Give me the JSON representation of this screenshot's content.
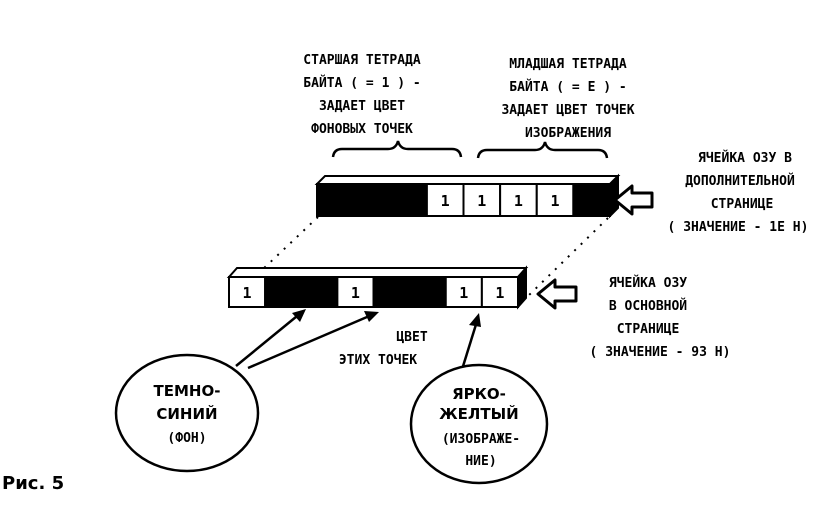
{
  "labels": {
    "high_nibble": [
      "СТАРШАЯ ТЕТРАДА",
      "БАЙТА ( = 1 ) -",
      "ЗАДАЕТ ЦВЕТ",
      "ФОНОВЫХ ТОЧЕК"
    ],
    "low_nibble": [
      "МЛАДШАЯ ТЕТРАДА",
      "БАЙТА ( = E ) -",
      "ЗАДАЕТ ЦВЕТ ТОЧЕК",
      "ИЗОБРАЖЕНИЯ"
    ],
    "extra_cell": [
      "ЯЧЕЙКА ОЗУ В",
      "ДОПОЛНИТЕЛЬНОЙ",
      "СТРАНИЦЕ",
      "( ЗНАЧЕНИЕ - 1E H)"
    ],
    "main_cell": [
      "ЯЧЕЙКА ОЗУ",
      "В ОСНОВНОЙ",
      "СТРАНИЦЕ",
      "( ЗНАЧЕНИЕ - 93 H)"
    ],
    "color_these": [
      "ЦВЕТ",
      "ЭТИХ ТОЧЕК"
    ],
    "dark_blue": [
      "ТЕМНО-",
      "СИНИЙ",
      "(ФОН)"
    ],
    "bright_yellow": [
      "ЯРКО-",
      "ЖЕЛТЫЙ",
      "(ИЗОБРАЖЕ-",
      "НИЕ)"
    ],
    "figure": "Рис. 5"
  },
  "extra_byte_bits": [
    "0",
    "0",
    "0",
    "1",
    "1",
    "1",
    "1",
    "0"
  ],
  "main_byte_bits": [
    "1",
    "0",
    "0",
    "1",
    "0",
    "0",
    "1",
    "1"
  ],
  "colors": {
    "ink": "#000000",
    "paper": "#ffffff"
  }
}
